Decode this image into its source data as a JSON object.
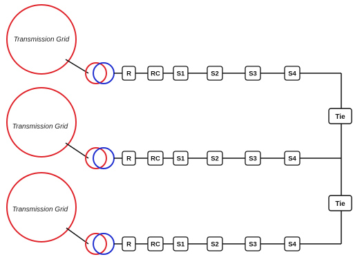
{
  "feeders": [
    {
      "grid_label": "Transmission Grid",
      "devices": [
        "R",
        "RC",
        "S1",
        "S2",
        "S3",
        "S4"
      ]
    },
    {
      "grid_label": "Transmission Grid",
      "devices": [
        "R",
        "RC",
        "S1",
        "S2",
        "S3",
        "S4"
      ]
    },
    {
      "grid_label": "Transmission Grid",
      "devices": [
        "R",
        "RC",
        "S1",
        "S2",
        "S3",
        "S4"
      ]
    }
  ],
  "ties": [
    {
      "label": "Tie"
    },
    {
      "label": "Tie"
    }
  ],
  "colors": {
    "grid_circle": "#e0242b",
    "transformer_primary": "#e0242b",
    "transformer_secondary": "#1f2fd0",
    "line": "#111111"
  }
}
